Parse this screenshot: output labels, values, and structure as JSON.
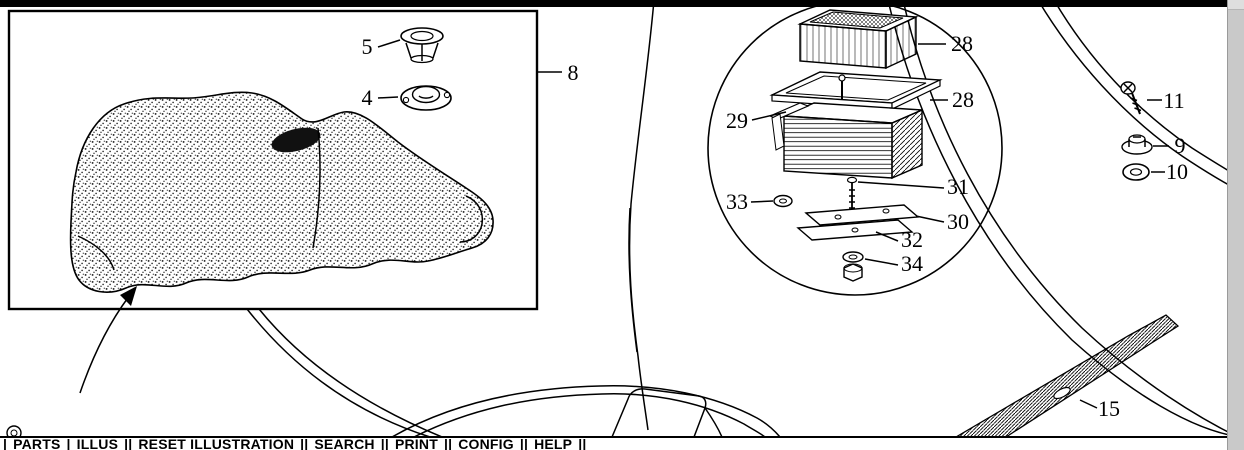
{
  "colors": {
    "background": "#ffffff",
    "line": "#000000",
    "scrollbar_track": "#c9c9c9"
  },
  "menu": {
    "lead_sep": "|",
    "items": [
      {
        "label": "PARTS",
        "sep": "|"
      },
      {
        "label": "ILLUS",
        "sep": "||"
      },
      {
        "label": "RESET ILLUSTRATION",
        "sep": "||"
      },
      {
        "label": "SEARCH",
        "sep": "||"
      },
      {
        "label": "PRINT",
        "sep": "||"
      },
      {
        "label": "CONFIG",
        "sep": "||"
      },
      {
        "label": "HELP",
        "sep": "||"
      }
    ]
  },
  "illustration": {
    "callouts": [
      {
        "label": "5"
      },
      {
        "label": "4"
      },
      {
        "label": "8"
      },
      {
        "label": "28"
      },
      {
        "label": "28"
      },
      {
        "label": "29"
      },
      {
        "label": "31"
      },
      {
        "label": "33"
      },
      {
        "label": "30"
      },
      {
        "label": "32"
      },
      {
        "label": "34"
      },
      {
        "label": "11"
      },
      {
        "label": "9"
      },
      {
        "label": "10"
      },
      {
        "label": "15"
      }
    ]
  }
}
